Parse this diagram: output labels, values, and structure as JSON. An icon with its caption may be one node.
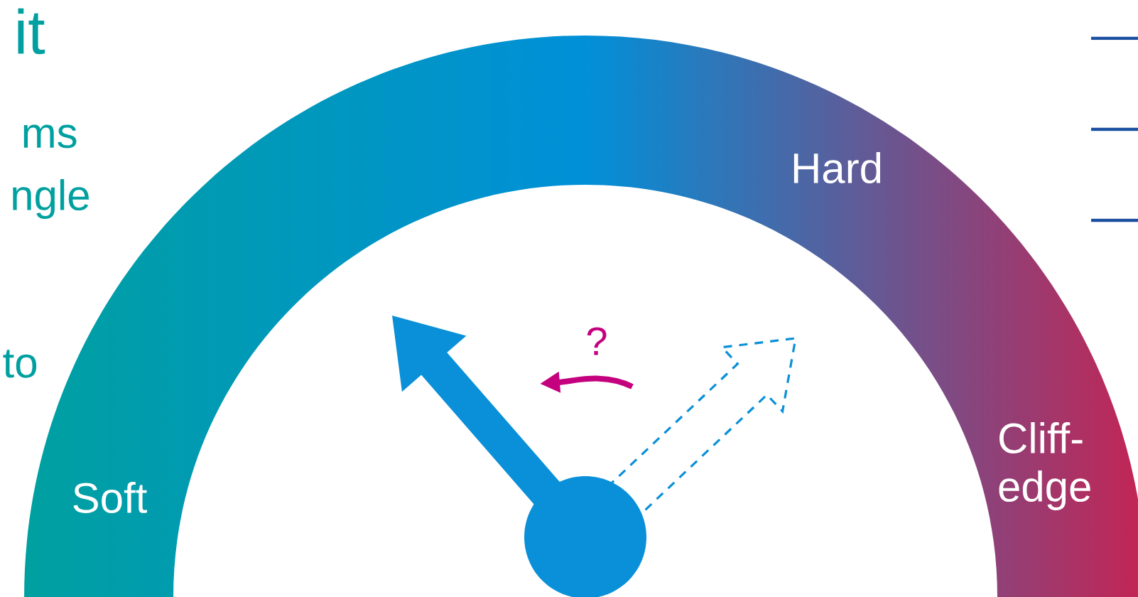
{
  "diagram": {
    "labels": [
      "it",
      "ms",
      "ngle",
      "to",
      "?",
      "Soft",
      "Hard",
      "Cliff- edge"
    ]
  }
}
